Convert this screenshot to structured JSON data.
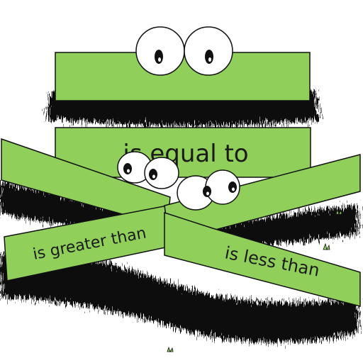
{
  "labels": {
    "equal": "is equal to",
    "greater": "is greater than",
    "less": "is less than"
  },
  "colors": {
    "green": "#8fcf5a",
    "outline": "#111111",
    "fur": "#111111",
    "eye_white": "#ffffff",
    "pupil": "#111111"
  }
}
